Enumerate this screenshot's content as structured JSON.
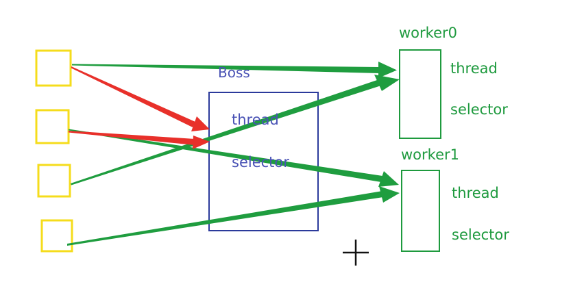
{
  "colors": {
    "client_box": "#f5dc1c",
    "boss_box": "#2b3a9b",
    "worker_box": "#1e9a3e",
    "red_arrow": "#e8302a",
    "green_arrow": "#1f9d3f",
    "cursor": "#111111"
  },
  "boss": {
    "title": "Boss",
    "thread": "thread",
    "selector": "selector"
  },
  "workers": [
    {
      "title": "worker0",
      "thread": "thread",
      "selector": "selector"
    },
    {
      "title": "worker1",
      "thread": "thread",
      "selector": "selector"
    }
  ],
  "clients": [
    {
      "id": "client-0"
    },
    {
      "id": "client-1"
    },
    {
      "id": "client-2"
    },
    {
      "id": "client-3"
    }
  ],
  "connections": [
    {
      "from": "client-0",
      "to": "worker0",
      "color": "green"
    },
    {
      "from": "client-0",
      "to": "boss-thread",
      "color": "red"
    },
    {
      "from": "client-1",
      "to": "boss-thread",
      "color": "red"
    },
    {
      "from": "client-1",
      "to": "worker1",
      "color": "green"
    },
    {
      "from": "client-2",
      "to": "worker0",
      "color": "green"
    },
    {
      "from": "client-3",
      "to": "worker1",
      "color": "green"
    }
  ],
  "cursor_icon": "crosshair-cursor-icon"
}
